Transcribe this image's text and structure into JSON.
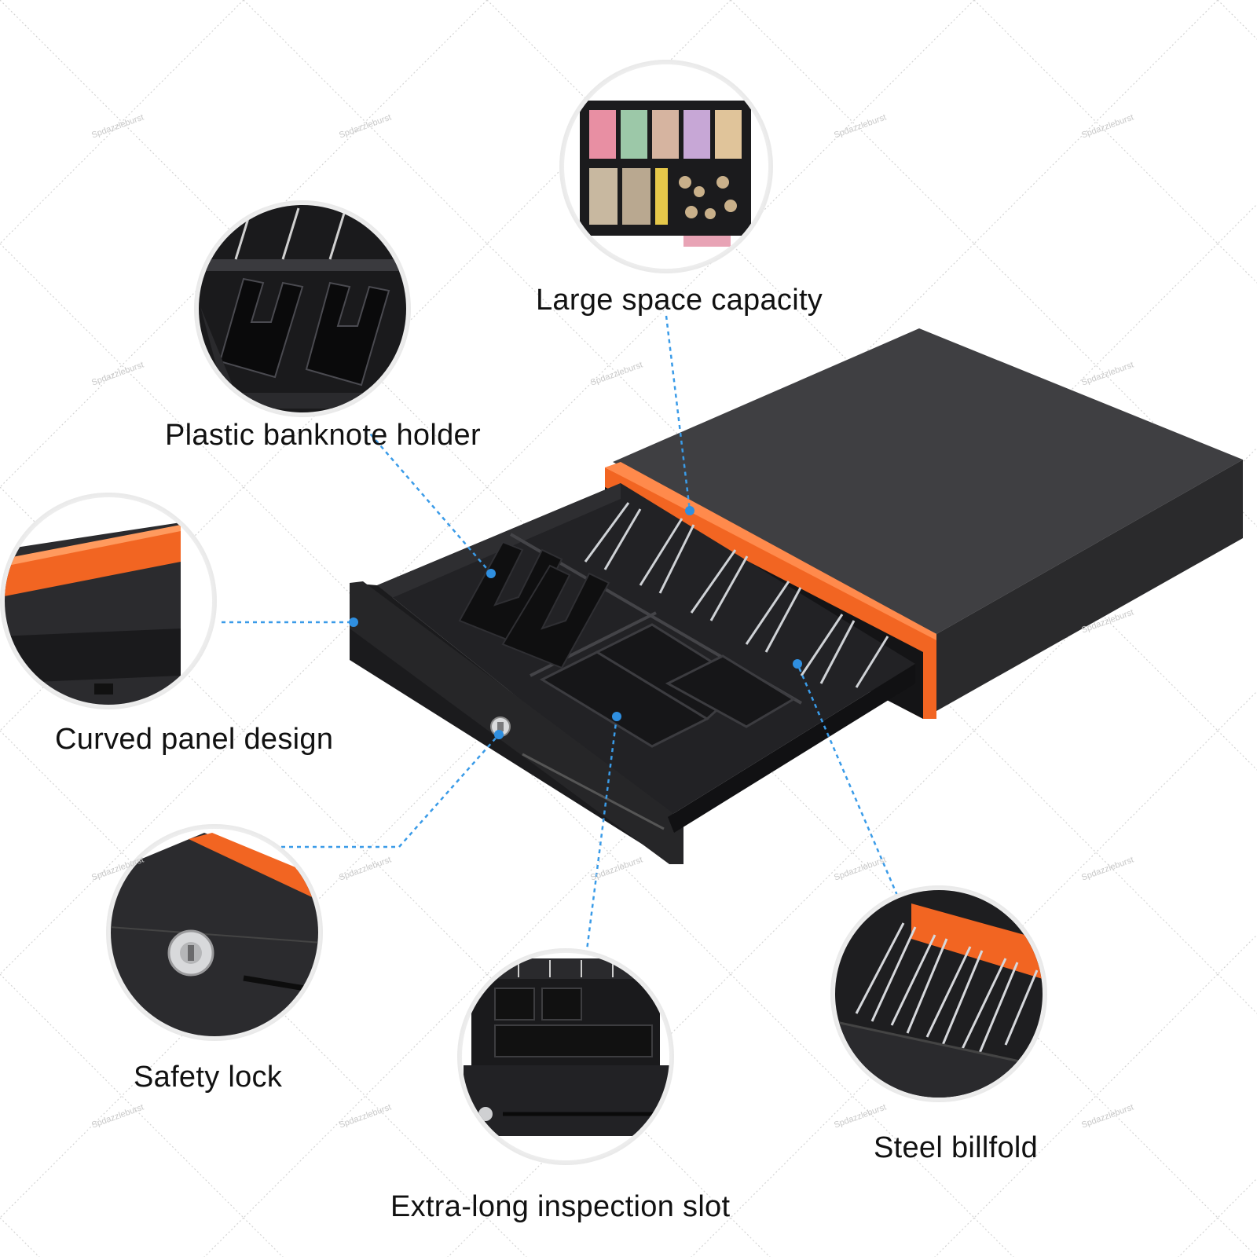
{
  "callouts": [
    {
      "id": "capacity",
      "label": "Large space capacity"
    },
    {
      "id": "banknote",
      "label": "Plastic banknote holder"
    },
    {
      "id": "panel",
      "label": "Curved panel design"
    },
    {
      "id": "lock",
      "label": "Safety lock"
    },
    {
      "id": "slot",
      "label": "Extra-long inspection slot"
    },
    {
      "id": "billfold",
      "label": "Steel billfold"
    }
  ],
  "watermark": "Spdazzleburst",
  "colors": {
    "accent": "#f26522",
    "body": "#3b3b3d",
    "drawer": "#1c1c1e",
    "leader": "#3a9be8"
  }
}
